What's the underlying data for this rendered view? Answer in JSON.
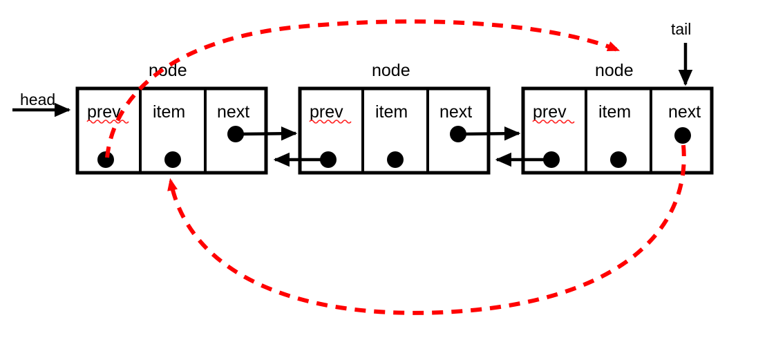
{
  "diagram": {
    "title": "Doubly linked list with head and tail pointers",
    "colors": {
      "stroke": "#000000",
      "background": "#ffffff",
      "circular_link": "#ff0000",
      "spellcheck_underline": "#ff2020"
    },
    "endpoints": [
      {
        "id": "head",
        "label": "head",
        "direction": "right"
      },
      {
        "id": "tail",
        "label": "tail",
        "direction": "down"
      }
    ],
    "node_caption": "node",
    "nodes": [
      {
        "index": 0,
        "caption": "node",
        "cells": [
          {
            "name": "prev",
            "label": "prev",
            "has_dot": true,
            "misspelled": true
          },
          {
            "name": "item",
            "label": "item",
            "has_dot": true,
            "misspelled": false
          },
          {
            "name": "next",
            "label": "next",
            "has_dot": true,
            "misspelled": false
          }
        ]
      },
      {
        "index": 1,
        "caption": "node",
        "cells": [
          {
            "name": "prev",
            "label": "prev",
            "has_dot": true,
            "misspelled": true
          },
          {
            "name": "item",
            "label": "item",
            "has_dot": true,
            "misspelled": false
          },
          {
            "name": "next",
            "label": "next",
            "has_dot": true,
            "misspelled": false
          }
        ]
      },
      {
        "index": 2,
        "caption": "node",
        "cells": [
          {
            "name": "prev",
            "label": "prev",
            "has_dot": true,
            "misspelled": true
          },
          {
            "name": "item",
            "label": "item",
            "has_dot": true,
            "misspelled": false
          },
          {
            "name": "next",
            "label": "next",
            "has_dot": true,
            "misspelled": false
          }
        ]
      }
    ],
    "links": [
      {
        "id": "next-0-to-1",
        "from": "node0.next",
        "to": "node1.left",
        "style": "solid-black",
        "direction": "right"
      },
      {
        "id": "prev-1-to-0",
        "from": "node1.prev",
        "to": "node0.right",
        "style": "solid-black",
        "direction": "left"
      },
      {
        "id": "next-1-to-2",
        "from": "node1.next",
        "to": "node2.left",
        "style": "solid-black",
        "direction": "right"
      },
      {
        "id": "prev-2-to-1",
        "from": "node2.prev",
        "to": "node1.right",
        "style": "solid-black",
        "direction": "left"
      },
      {
        "id": "prev-0-to-tail",
        "from": "node0.prev",
        "to": "node2",
        "style": "red-dashed",
        "direction": "up-over-right"
      },
      {
        "id": "next-2-to-head",
        "from": "node2.next",
        "to": "node0",
        "style": "red-dashed",
        "direction": "down-under-left"
      }
    ]
  }
}
